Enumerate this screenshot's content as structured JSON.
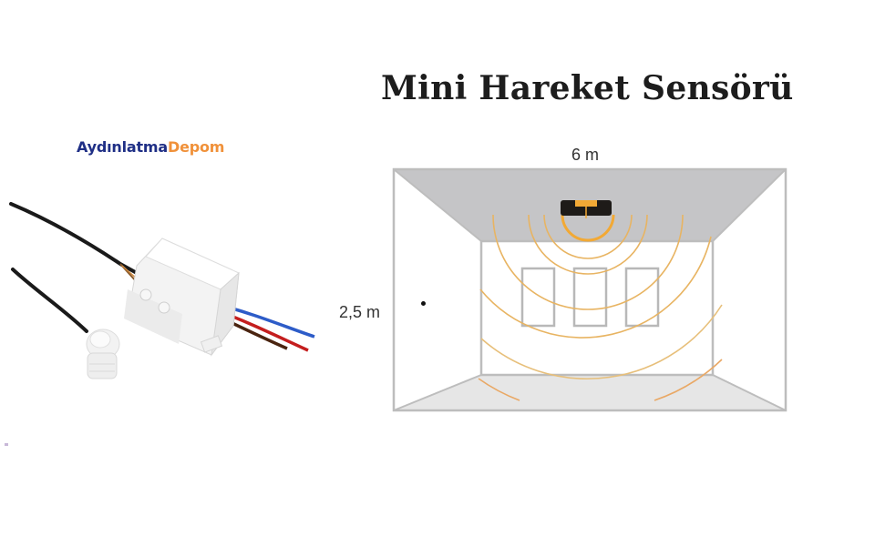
{
  "brand": {
    "part1": "Aydınlatma",
    "part2": "Depom",
    "colors": {
      "part1": "#1f2f86",
      "part2": "#f0913a"
    }
  },
  "title": "Mini Hareket Sensörü",
  "diagram": {
    "width_label": "6 m",
    "height_label": "2,5 m",
    "colors": {
      "wall_stroke": "#bdbdbd",
      "ceiling": "#c4c4c6",
      "floor": "#e4e4e4",
      "wave": "#e8b462",
      "sensor_body": "#1e1b18",
      "sensor_accent": "#f2a935"
    },
    "windows": 3,
    "detection_arcs": 7
  },
  "product_image": {
    "description": "Mini PIR motion sensor module with separate sensor head and wires"
  }
}
